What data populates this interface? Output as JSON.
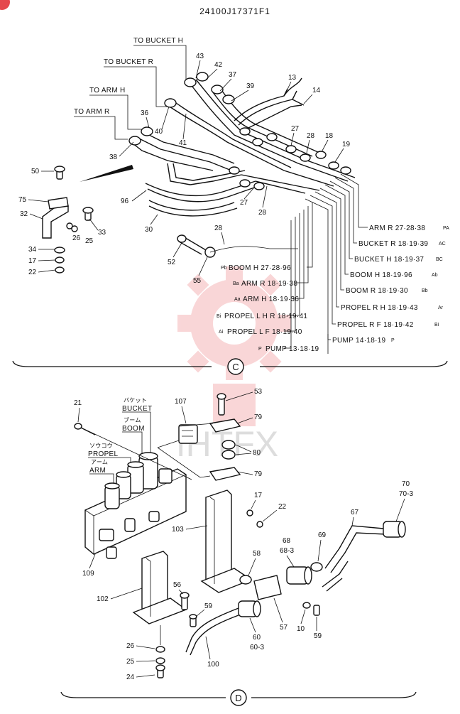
{
  "header": {
    "doc_code": "24100J17371F1"
  },
  "watermark": {
    "text": "IHTFX",
    "color": "#e5484d"
  },
  "section_c": {
    "label": "C",
    "top_labels": {
      "to_bucket_h": "TO BUCKET H",
      "to_bucket_r": "TO BUCKET R",
      "to_arm_h": "TO ARM H",
      "to_arm_r": "TO ARM R"
    },
    "callouts": {
      "n43": "43",
      "n42": "42",
      "n37": "37",
      "n39": "39",
      "n13": "13",
      "n14": "14",
      "n36": "36",
      "n40": "40",
      "n41": "41",
      "n38": "38",
      "n27a": "27",
      "n28a": "28",
      "n18": "18",
      "n19": "19",
      "n50": "50",
      "n75": "75",
      "n32": "32",
      "n96": "96",
      "n33": "33",
      "n26": "26",
      "n25": "25",
      "n34": "34",
      "n17": "17",
      "n22": "22",
      "n30": "30",
      "n27b": "27",
      "n28b": "28",
      "n28c": "28",
      "n52": "52",
      "n55": "55"
    },
    "routes_right": [
      "ARM R 27·28·38",
      "BUCKET R 18·19·39",
      "BUCKET H 18·19·37",
      "BOOM H 18·19·96",
      "BOOM R 18·19·30",
      "PROPEL R H 18·19·43",
      "PROPEL R F 18·19·42",
      "PUMP 14·18·19"
    ],
    "route_tags_right": [
      "PA",
      "AC",
      "BC",
      "Ab",
      "Bb",
      "Ar",
      "Bi",
      "P"
    ],
    "routes_left": [
      "BOOM H 27·28·96",
      "ARM R 18·19·38",
      "ARM H 18·19·36",
      "PROPEL L H R 18·19·41",
      "PROPEL L F 18·19·40",
      "PUMP 13·18·19"
    ],
    "route_tags_left": [
      "Pb",
      "Ba",
      "Aa",
      "Bi",
      "Ai",
      "P"
    ]
  },
  "section_d": {
    "label": "D",
    "labels": {
      "bucket_kana": "バケット",
      "bucket": "BUCKET",
      "boom_kana": "ブーム",
      "boom": "BOOM",
      "propel_kana": "ソウコウ",
      "propel": "PROPEL",
      "arm_kana": "アーム",
      "arm": "ARM"
    },
    "callouts": {
      "n21": "21",
      "n107": "107",
      "n53": "53",
      "n79a": "79",
      "n80": "80",
      "n79b": "79",
      "n17": "17",
      "n22": "22",
      "n67": "67",
      "n70": "70",
      "n70_3": "70-3",
      "n103": "103",
      "n109": "109",
      "n58": "58",
      "n68": "68",
      "n68_3": "68-3",
      "n69": "69",
      "n102": "102",
      "n56": "56",
      "n59a": "59",
      "n57": "57",
      "n10": "10",
      "n59b": "59",
      "n60": "60",
      "n60_3": "60-3",
      "n26": "26",
      "n25": "25",
      "n100": "100",
      "n24": "24"
    }
  }
}
